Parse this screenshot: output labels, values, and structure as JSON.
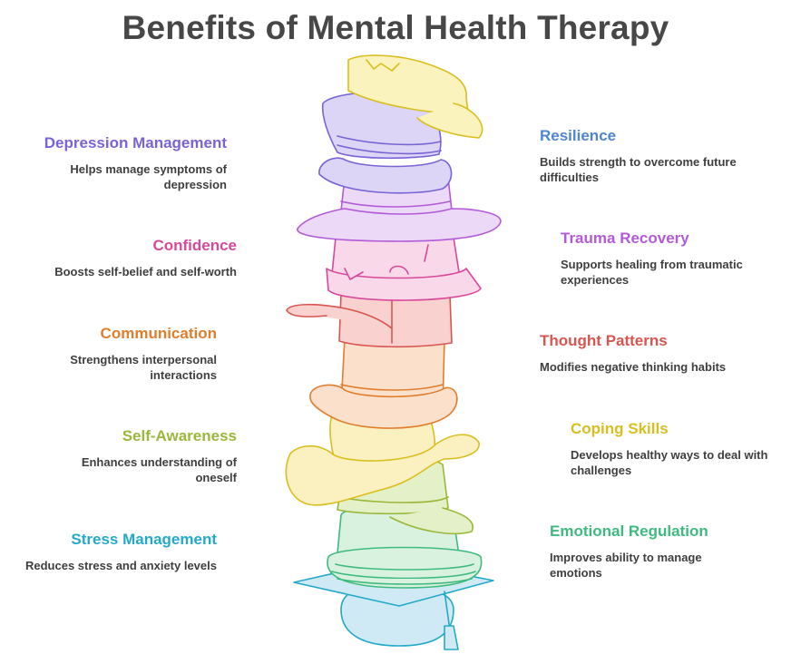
{
  "title": "Benefits of Mental Health Therapy",
  "colors": {
    "title": "#474747",
    "depression": "#7a63d6",
    "confidence": "#d8489b",
    "communication": "#e07e2d",
    "self_awareness": "#9ab83a",
    "stress": "#25a9c9",
    "resilience": "#4f85d0",
    "trauma": "#b35ad8",
    "thought": "#d95550",
    "coping": "#d9be1f",
    "emotional": "#3fba7f"
  },
  "left_items": [
    {
      "title": "Depression Management",
      "desc": "Helps manage symptoms of depression"
    },
    {
      "title": "Confidence",
      "desc": "Boosts self-belief and self-worth"
    },
    {
      "title": "Communication",
      "desc": "Strengthens interpersonal interactions"
    },
    {
      "title": "Self-Awareness",
      "desc": "Enhances understanding of oneself"
    },
    {
      "title": "Stress Management",
      "desc": "Reduces stress and anxiety levels"
    }
  ],
  "right_items": [
    {
      "title": "Resilience",
      "desc": "Builds strength to overcome future difficulties"
    },
    {
      "title": "Trauma Recovery",
      "desc": "Supports healing from traumatic experiences"
    },
    {
      "title": "Thought Patterns",
      "desc": "Modifies negative thinking habits"
    },
    {
      "title": "Coping Skills",
      "desc": "Develops healthy ways to deal with challenges"
    },
    {
      "title": "Emotional Regulation",
      "desc": "Improves ability to manage emotions"
    }
  ],
  "icons": {
    "stack": "hat-stack-icon"
  }
}
